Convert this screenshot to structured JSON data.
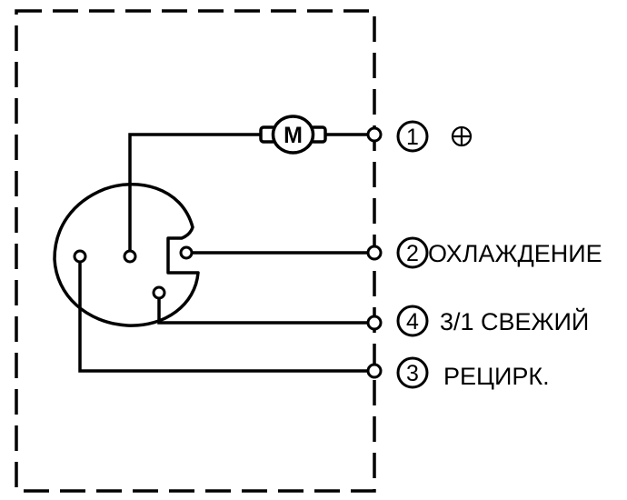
{
  "diagram": {
    "motor": {
      "letter": "M"
    },
    "terminals": [
      {
        "number": "1",
        "label": "",
        "polarity_symbol": "plus-in-circle"
      },
      {
        "number": "2",
        "label": "ОХЛАЖДЕНИЕ"
      },
      {
        "number": "4",
        "label": "3/1 СВЕЖИЙ"
      },
      {
        "number": "3",
        "label": "РЕЦИРК."
      }
    ]
  }
}
